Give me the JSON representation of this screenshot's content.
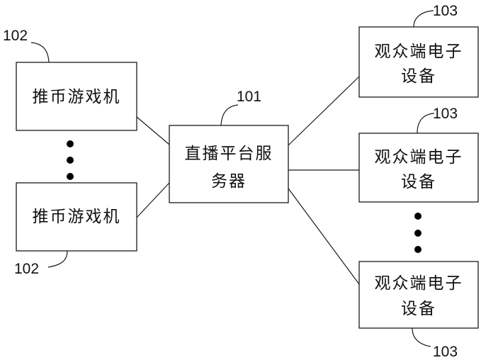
{
  "nodes": {
    "server": {
      "lines": [
        "直播平台服",
        "务器"
      ],
      "ref": "101"
    },
    "coin_machine_top": {
      "lines": [
        "推币游戏机"
      ],
      "ref": "102"
    },
    "coin_machine_bottom": {
      "lines": [
        "推币游戏机"
      ],
      "ref": "102"
    },
    "viewer_device_1": {
      "lines": [
        "观众端电子",
        "设备"
      ],
      "ref": "103"
    },
    "viewer_device_2": {
      "lines": [
        "观众端电子",
        "设备"
      ],
      "ref": "103"
    },
    "viewer_device_3": {
      "lines": [
        "观众端电子",
        "设备"
      ],
      "ref": "103"
    }
  }
}
